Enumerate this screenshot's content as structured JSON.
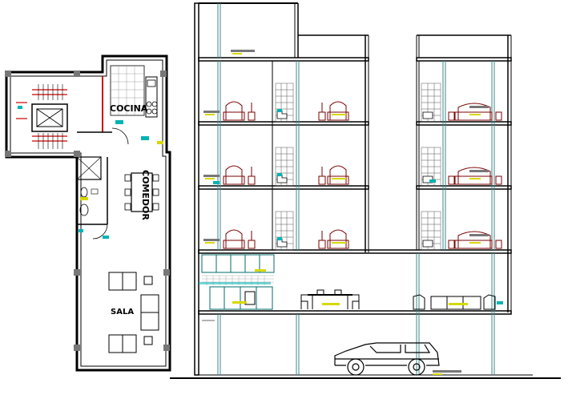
{
  "labels": {
    "kitchen": "COCINA",
    "dining": "COMEDOR",
    "living": "SALA"
  },
  "colors": {
    "wall": "#000000",
    "furniture": "#7a0000",
    "accent_teal": "#00b3b3",
    "accent_yellow": "#d8d800",
    "column": "#3c8a8a",
    "tile": "#555555",
    "stair_red": "#cc0000"
  }
}
